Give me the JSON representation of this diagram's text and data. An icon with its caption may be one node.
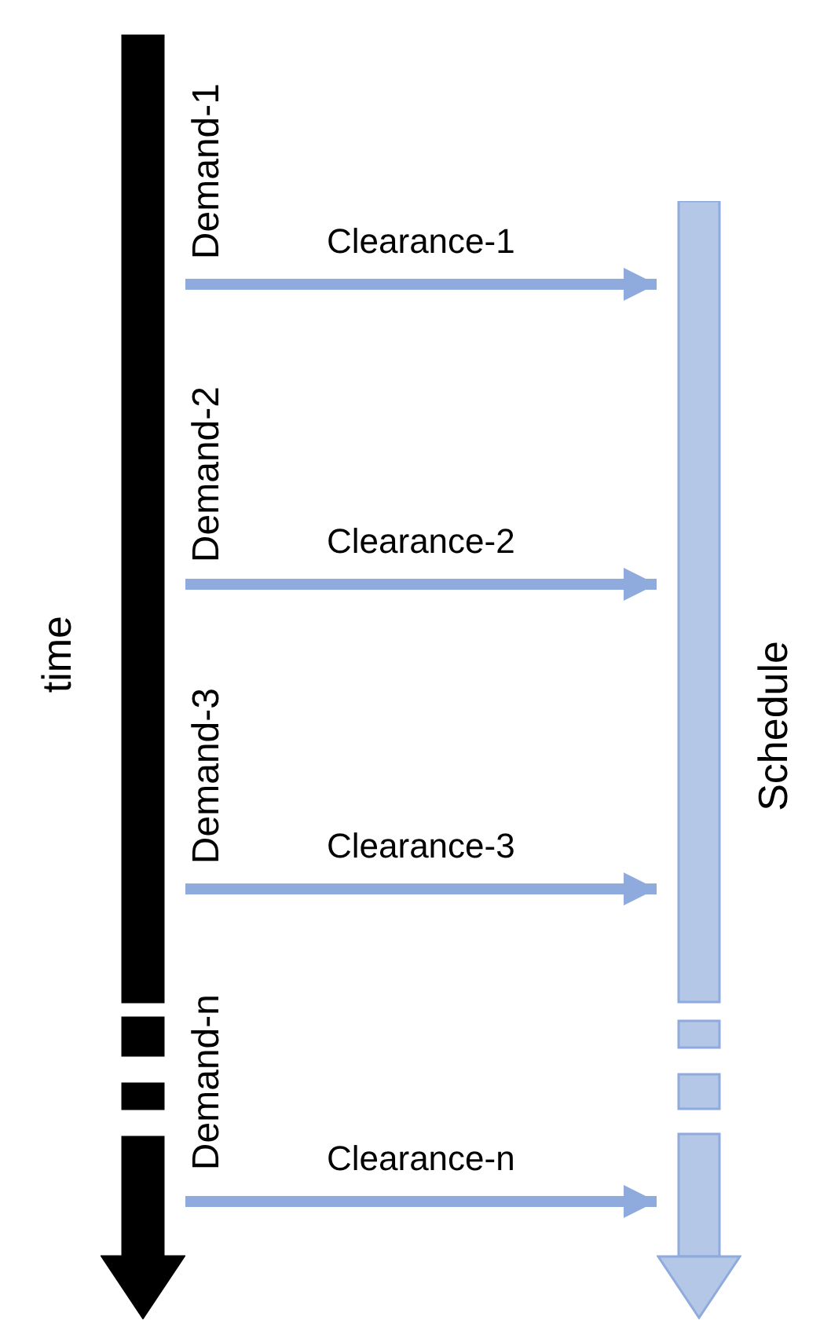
{
  "diagram": {
    "nodes": [
      {
        "text": [
          "time"
        ]
      },
      {
        "text": [
          "Schedule"
        ]
      }
    ],
    "edges": [
      {
        "from": 0,
        "to": 1,
        "arrow": "to",
        "label": "Clearance-1"
      },
      {
        "from": 0,
        "to": 1,
        "arrow": "to",
        "label": "Clearance-2"
      },
      {
        "from": 0,
        "to": 1,
        "arrow": "to",
        "label": "Clearance-3"
      },
      {
        "from": 0,
        "to": 1,
        "arrow": "to",
        "label": "Clearance-n"
      }
    ],
    "labels": [
      "Demand-1",
      "Demand-2",
      "Demand-3",
      "Demand-n"
    ]
  }
}
